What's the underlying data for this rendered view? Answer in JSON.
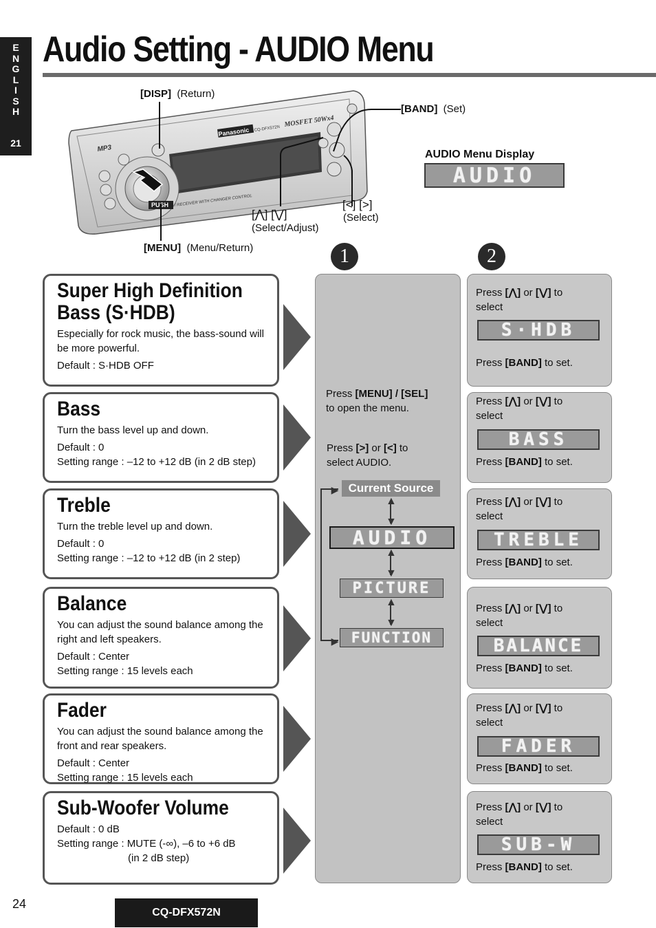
{
  "language_tab": {
    "letters": [
      "E",
      "N",
      "G",
      "L",
      "I",
      "S",
      "H"
    ],
    "number": "21"
  },
  "title": "Audio Setting - AUDIO Menu",
  "device": {
    "brand": "Panasonic",
    "model_small": "CQ-DFX572N",
    "power": "MOSFET 50Wx4",
    "push": "PUSH",
    "strip": "/ RECEIVER WITH CHANGER CONTROL",
    "mp3": "MP3"
  },
  "callouts": {
    "disp": {
      "key": "[DISP]",
      "note": "(Return)"
    },
    "band": {
      "key": "[BAND]",
      "note": "(Set)"
    },
    "menu": {
      "key": "[MENU]",
      "note": "(Menu/Return)"
    },
    "updown": {
      "key": "[⋀] [⋁]",
      "note": "(Select/Adjust)"
    },
    "leftright": {
      "key": "[<] [>]",
      "note": "(Select)"
    }
  },
  "audio_menu_display": {
    "label": "AUDIO Menu Display",
    "lcd": "AUDIO"
  },
  "steps": [
    "1",
    "2"
  ],
  "features": [
    {
      "title": "Super High Definition",
      "title2": "Bass (S·HDB)",
      "lines": [
        "Especially for rock music, the bass-sound will be more powerful."
      ],
      "default": "Default : S·HDB OFF",
      "range": ""
    },
    {
      "title": "Bass",
      "title2": "",
      "lines": [
        "Turn the bass level up and down."
      ],
      "default": "Default : 0",
      "range": "Setting range : –12  to +12 dB (in 2 dB step)"
    },
    {
      "title": "Treble",
      "title2": "",
      "lines": [
        "Turn the treble level up and down."
      ],
      "default": "Default : 0",
      "range": "Setting range : –12 to +12 dB (in 2 step)"
    },
    {
      "title": "Balance",
      "title2": "",
      "lines": [
        "You can adjust the sound balance among the right and left speakers."
      ],
      "default": "Default : Center",
      "range": "Setting range : 15 levels each"
    },
    {
      "title": "Fader",
      "title2": "",
      "lines": [
        "You can adjust the sound balance among the front and rear speakers."
      ],
      "default": "Default :  Center",
      "range": "Setting range : 15 levels each"
    },
    {
      "title": "Sub-Woofer Volume",
      "title2": "",
      "lines": [],
      "default": "Default : 0 dB",
      "range": "Setting range : MUTE (-∞), –6 to +6 dB",
      "range2": "(in 2 dB step)"
    }
  ],
  "menu_panel": {
    "open_pre": "Press ",
    "open_key": "[MENU] / [SEL]",
    "open_post": "to open the menu.",
    "select_pre": "Press ",
    "select_key": "[>]",
    "select_mid": " or ",
    "select_key2": "[<]",
    "select_post": " to",
    "select_line2": "select AUDIO.",
    "current_source": "Current Source",
    "menu_items": [
      "AUDIO",
      "PICTURE",
      "FUNCTION"
    ]
  },
  "step2": {
    "press": "Press ",
    "up": "[⋀]",
    "or": " or ",
    "down": "[⋁]",
    "to": " to",
    "select": "select",
    "set_pre": "Press ",
    "set_key": "[BAND]",
    "set_post": " to set.",
    "lcds": [
      "S·HDB",
      "BASS",
      "TREBLE",
      "BALANCE",
      "FADER",
      "SUB-W"
    ]
  },
  "footer": {
    "page": "24",
    "model": "CQ-DFX572N"
  }
}
